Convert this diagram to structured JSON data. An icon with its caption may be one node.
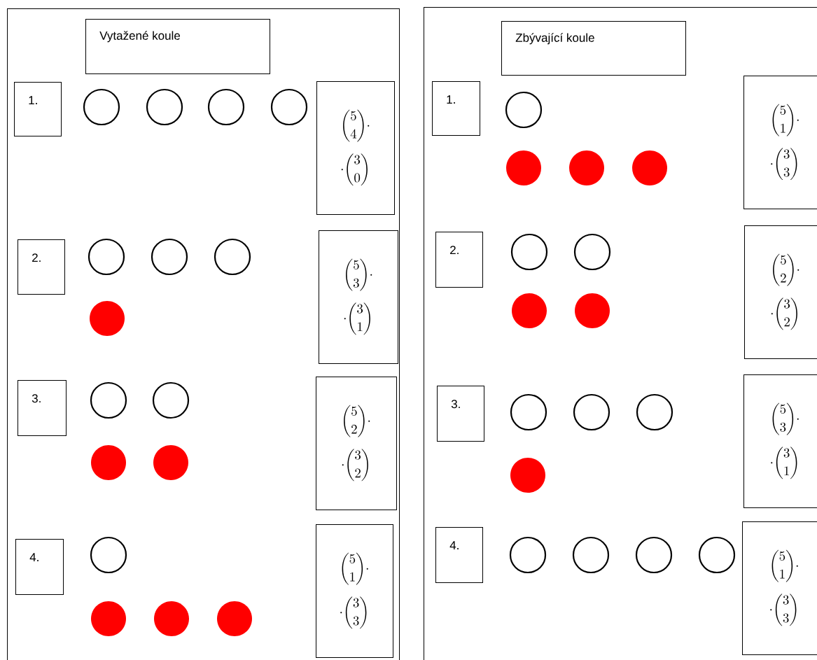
{
  "diagram": {
    "nodes": [
      {
        "text": [],
        "shape": "box"
      },
      {
        "text": [
          "Vytažené koule"
        ],
        "in": 0
      },
      {
        "text": [
          "1."
        ],
        "in": 0
      },
      {
        "text": [],
        "shape": "circle",
        "in": 0
      },
      {
        "text": [],
        "shape": "circle",
        "in": 0
      },
      {
        "text": [],
        "shape": "circle",
        "in": 0
      },
      {
        "text": [],
        "shape": "circle",
        "in": 0
      },
      {
        "text": [
          "\\binom{5}{4}\\cdot",
          "\\cdot\\binom{3}{0}"
        ],
        "in": 0
      },
      {
        "text": [
          "2."
        ],
        "in": 0
      },
      {
        "text": [],
        "shape": "circle",
        "in": 0
      },
      {
        "text": [],
        "shape": "circle",
        "in": 0
      },
      {
        "text": [],
        "shape": "circle",
        "in": 0
      },
      {
        "text": [],
        "shape": "dot",
        "in": 0
      },
      {
        "text": [
          "\\binom{5}{3}\\cdot",
          "\\cdot\\binom{3}{1}"
        ],
        "in": 0
      },
      {
        "text": [
          "3."
        ],
        "in": 0
      },
      {
        "text": [],
        "shape": "circle",
        "in": 0
      },
      {
        "text": [],
        "shape": "circle",
        "in": 0
      },
      {
        "text": [],
        "shape": "dot",
        "in": 0
      },
      {
        "text": [],
        "shape": "dot",
        "in": 0
      },
      {
        "text": [
          "\\binom{5}{2}\\cdot",
          "\\cdot\\binom{3}{2}"
        ],
        "in": 0
      },
      {
        "text": [
          "4."
        ],
        "in": 0
      },
      {
        "text": [],
        "shape": "circle",
        "in": 0
      },
      {
        "text": [],
        "shape": "dot",
        "in": 0
      },
      {
        "text": [],
        "shape": "dot",
        "in": 0
      },
      {
        "text": [],
        "shape": "dot",
        "in": 0
      },
      {
        "text": [
          "\\binom{5}{1}\\cdot",
          "\\cdot\\binom{3}{3}"
        ],
        "in": 0
      },
      {
        "text": [],
        "shape": "box"
      },
      {
        "text": [
          "Zbývající koule"
        ],
        "in": 26
      },
      {
        "text": [
          "1."
        ],
        "in": 26
      },
      {
        "text": [],
        "shape": "circle",
        "in": 26
      },
      {
        "text": [],
        "shape": "dot",
        "in": 26
      },
      {
        "text": [],
        "shape": "dot",
        "in": 26
      },
      {
        "text": [],
        "shape": "dot",
        "in": 26
      },
      {
        "text": [
          "\\binom{5}{1}\\cdot",
          "\\cdot\\binom{3}{3}"
        ],
        "in": 26
      },
      {
        "text": [
          "2."
        ],
        "in": 26
      },
      {
        "text": [],
        "shape": "circle",
        "in": 26
      },
      {
        "text": [],
        "shape": "circle",
        "in": 26
      },
      {
        "text": [],
        "shape": "dot",
        "in": 26
      },
      {
        "text": [],
        "shape": "dot",
        "in": 26
      },
      {
        "text": [
          "\\binom{5}{2}\\cdot",
          "\\cdot\\binom{3}{2}"
        ],
        "in": 26
      },
      {
        "text": [
          "3."
        ],
        "in": 26
      },
      {
        "text": [],
        "shape": "circle",
        "in": 26
      },
      {
        "text": [],
        "shape": "circle",
        "in": 26
      },
      {
        "text": [],
        "shape": "circle",
        "in": 26
      },
      {
        "text": [],
        "shape": "dot",
        "in": 26
      },
      {
        "text": [
          "\\binom{5}{3}\\cdot",
          "\\cdot\\binom{3}{1}"
        ],
        "in": 26
      },
      {
        "text": [
          "4."
        ],
        "in": 26
      },
      {
        "text": [],
        "shape": "circle",
        "in": 26
      },
      {
        "text": [],
        "shape": "circle",
        "in": 26
      },
      {
        "text": [],
        "shape": "circle",
        "in": 26
      },
      {
        "text": [],
        "shape": "circle",
        "in": 26
      },
      {
        "text": [
          "\\binom{5}{1}\\cdot",
          "\\cdot\\binom{3}{3}"
        ],
        "in": 26
      }
    ]
  }
}
